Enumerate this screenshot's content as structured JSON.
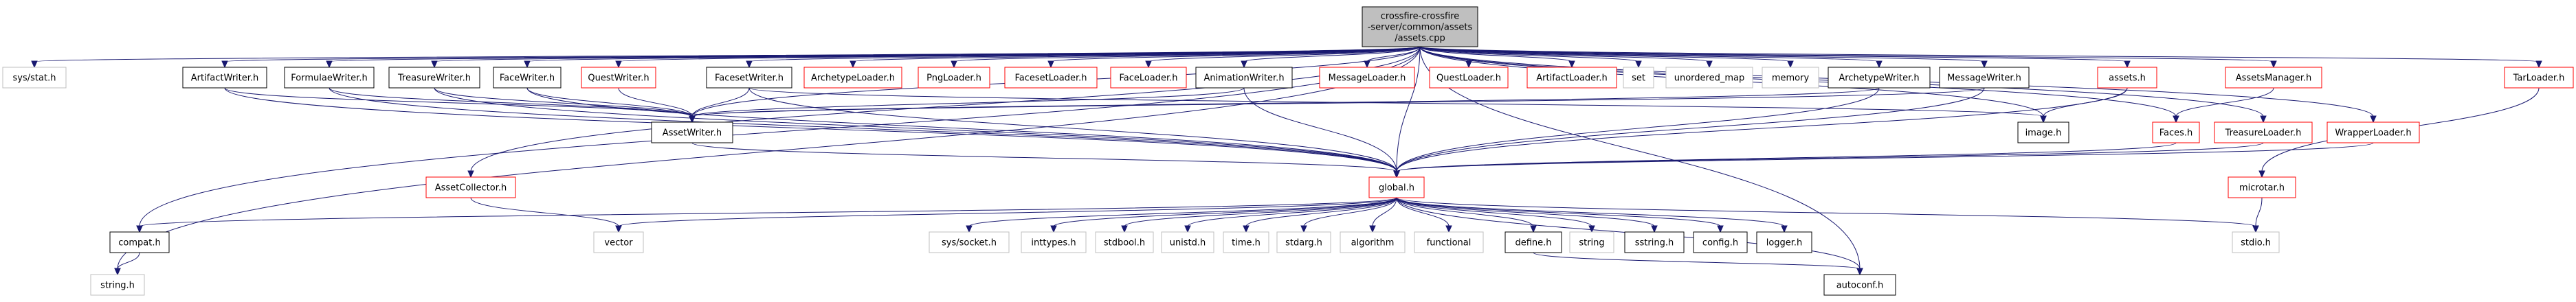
{
  "colors": {
    "edge": "#191970",
    "box_normal": "#000000",
    "box_missing": "#bfbfbf",
    "box_red": "#ff0000",
    "text": "#000000",
    "fill_root": "#bfbfbf",
    "fill_default": "#ffffff"
  },
  "nodes": [
    {
      "id": "root",
      "lines": [
        "crossfire-crossfire",
        "-server/common/assets",
        "/assets.cpp"
      ],
      "style": "root"
    },
    {
      "id": "sysstat",
      "lines": [
        "sys/stat.h"
      ],
      "style": "missing"
    },
    {
      "id": "artifactwriter",
      "lines": [
        "ArtifactWriter.h"
      ],
      "style": "normal"
    },
    {
      "id": "formulaewriter",
      "lines": [
        "FormulaeWriter.h"
      ],
      "style": "normal"
    },
    {
      "id": "treasurewriter",
      "lines": [
        "TreasureWriter.h"
      ],
      "style": "normal"
    },
    {
      "id": "facewriter",
      "lines": [
        "FaceWriter.h"
      ],
      "style": "normal"
    },
    {
      "id": "questwriter",
      "lines": [
        "QuestWriter.h"
      ],
      "style": "red"
    },
    {
      "id": "facesetwriter",
      "lines": [
        "FacesetWriter.h"
      ],
      "style": "normal"
    },
    {
      "id": "archetypeloader",
      "lines": [
        "ArchetypeLoader.h"
      ],
      "style": "red"
    },
    {
      "id": "pngloader",
      "lines": [
        "PngLoader.h"
      ],
      "style": "red"
    },
    {
      "id": "facesetloader",
      "lines": [
        "FacesetLoader.h"
      ],
      "style": "red"
    },
    {
      "id": "faceloader",
      "lines": [
        "FaceLoader.h"
      ],
      "style": "red"
    },
    {
      "id": "animationwriter",
      "lines": [
        "AnimationWriter.h"
      ],
      "style": "normal"
    },
    {
      "id": "messageloader",
      "lines": [
        "MessageLoader.h"
      ],
      "style": "red"
    },
    {
      "id": "questloader",
      "lines": [
        "QuestLoader.h"
      ],
      "style": "red"
    },
    {
      "id": "artifactloader",
      "lines": [
        "ArtifactLoader.h"
      ],
      "style": "red"
    },
    {
      "id": "set",
      "lines": [
        "set"
      ],
      "style": "missing"
    },
    {
      "id": "unordered_map",
      "lines": [
        "unordered_map"
      ],
      "style": "missing"
    },
    {
      "id": "memory",
      "lines": [
        "memory"
      ],
      "style": "missing"
    },
    {
      "id": "archetypewriter",
      "lines": [
        "ArchetypeWriter.h"
      ],
      "style": "normal"
    },
    {
      "id": "messagewriter",
      "lines": [
        "MessageWriter.h"
      ],
      "style": "normal"
    },
    {
      "id": "assetsh",
      "lines": [
        "assets.h"
      ],
      "style": "red"
    },
    {
      "id": "assetsmanager",
      "lines": [
        "AssetsManager.h"
      ],
      "style": "red"
    },
    {
      "id": "tarloader",
      "lines": [
        "TarLoader.h"
      ],
      "style": "red"
    },
    {
      "id": "assetwriter",
      "lines": [
        "AssetWriter.h"
      ],
      "style": "normal"
    },
    {
      "id": "image",
      "lines": [
        "image.h"
      ],
      "style": "normal"
    },
    {
      "id": "faces",
      "lines": [
        "Faces.h"
      ],
      "style": "red"
    },
    {
      "id": "treasureloader",
      "lines": [
        "TreasureLoader.h"
      ],
      "style": "red"
    },
    {
      "id": "wrapperloader",
      "lines": [
        "WrapperLoader.h"
      ],
      "style": "red"
    },
    {
      "id": "assetcollector",
      "lines": [
        "AssetCollector.h"
      ],
      "style": "red"
    },
    {
      "id": "global",
      "lines": [
        "global.h"
      ],
      "style": "red"
    },
    {
      "id": "microtar",
      "lines": [
        "microtar.h"
      ],
      "style": "red"
    },
    {
      "id": "compat",
      "lines": [
        "compat.h"
      ],
      "style": "normal"
    },
    {
      "id": "vector",
      "lines": [
        "vector"
      ],
      "style": "missing"
    },
    {
      "id": "syssocket",
      "lines": [
        "sys/socket.h"
      ],
      "style": "missing"
    },
    {
      "id": "inttypes",
      "lines": [
        "inttypes.h"
      ],
      "style": "missing"
    },
    {
      "id": "stdbool",
      "lines": [
        "stdbool.h"
      ],
      "style": "missing"
    },
    {
      "id": "unistd",
      "lines": [
        "unistd.h"
      ],
      "style": "missing"
    },
    {
      "id": "timeh",
      "lines": [
        "time.h"
      ],
      "style": "missing"
    },
    {
      "id": "stdarg",
      "lines": [
        "stdarg.h"
      ],
      "style": "missing"
    },
    {
      "id": "algorithm",
      "lines": [
        "algorithm"
      ],
      "style": "missing"
    },
    {
      "id": "functional",
      "lines": [
        "functional"
      ],
      "style": "missing"
    },
    {
      "id": "define",
      "lines": [
        "define.h"
      ],
      "style": "normal"
    },
    {
      "id": "string",
      "lines": [
        "string"
      ],
      "style": "missing"
    },
    {
      "id": "sstring",
      "lines": [
        "sstring.h"
      ],
      "style": "normal"
    },
    {
      "id": "config",
      "lines": [
        "config.h"
      ],
      "style": "normal"
    },
    {
      "id": "logger",
      "lines": [
        "logger.h"
      ],
      "style": "normal"
    },
    {
      "id": "stdio",
      "lines": [
        "stdio.h"
      ],
      "style": "missing"
    },
    {
      "id": "stringh",
      "lines": [
        "string.h"
      ],
      "style": "missing"
    },
    {
      "id": "autoconf",
      "lines": [
        "autoconf.h"
      ],
      "style": "normal"
    }
  ],
  "edges": [
    [
      "root",
      "sysstat"
    ],
    [
      "root",
      "artifactwriter"
    ],
    [
      "root",
      "formulaewriter"
    ],
    [
      "root",
      "treasurewriter"
    ],
    [
      "root",
      "facewriter"
    ],
    [
      "root",
      "questwriter"
    ],
    [
      "root",
      "facesetwriter"
    ],
    [
      "root",
      "archetypeloader"
    ],
    [
      "root",
      "pngloader"
    ],
    [
      "root",
      "facesetloader"
    ],
    [
      "root",
      "faceloader"
    ],
    [
      "root",
      "animationwriter"
    ],
    [
      "root",
      "messageloader"
    ],
    [
      "root",
      "questloader"
    ],
    [
      "root",
      "artifactloader"
    ],
    [
      "root",
      "set"
    ],
    [
      "root",
      "unordered_map"
    ],
    [
      "root",
      "memory"
    ],
    [
      "root",
      "archetypewriter"
    ],
    [
      "root",
      "messagewriter"
    ],
    [
      "root",
      "assetsh"
    ],
    [
      "root",
      "assetsmanager"
    ],
    [
      "root",
      "tarloader"
    ],
    [
      "root",
      "assetwriter"
    ],
    [
      "root",
      "image"
    ],
    [
      "root",
      "faces"
    ],
    [
      "root",
      "treasureloader"
    ],
    [
      "root",
      "wrapperloader"
    ],
    [
      "root",
      "assetcollector"
    ],
    [
      "root",
      "global"
    ],
    [
      "root",
      "compat"
    ],
    [
      "root",
      "stringh"
    ],
    [
      "root",
      "autoconf"
    ],
    [
      "artifactwriter",
      "assetwriter"
    ],
    [
      "artifactwriter",
      "global"
    ],
    [
      "formulaewriter",
      "assetwriter"
    ],
    [
      "formulaewriter",
      "global"
    ],
    [
      "treasurewriter",
      "assetwriter"
    ],
    [
      "treasurewriter",
      "global"
    ],
    [
      "facewriter",
      "assetwriter"
    ],
    [
      "facewriter",
      "global"
    ],
    [
      "questwriter",
      "assetwriter"
    ],
    [
      "facesetwriter",
      "assetwriter"
    ],
    [
      "facesetwriter",
      "image"
    ],
    [
      "facesetwriter",
      "global"
    ],
    [
      "animationwriter",
      "assetwriter"
    ],
    [
      "animationwriter",
      "global"
    ],
    [
      "archetypewriter",
      "assetwriter"
    ],
    [
      "archetypewriter",
      "global"
    ],
    [
      "messagewriter",
      "assetwriter"
    ],
    [
      "messagewriter",
      "global"
    ],
    [
      "assetsh",
      "image"
    ],
    [
      "assetsh",
      "global"
    ],
    [
      "assetsmanager",
      "faces"
    ],
    [
      "tarloader",
      "microtar"
    ],
    [
      "assetwriter",
      "global"
    ],
    [
      "faces",
      "global"
    ],
    [
      "treasureloader",
      "global"
    ],
    [
      "wrapperloader",
      "global"
    ],
    [
      "assetcollector",
      "vector"
    ],
    [
      "global",
      "compat"
    ],
    [
      "global",
      "vector"
    ],
    [
      "global",
      "syssocket"
    ],
    [
      "global",
      "inttypes"
    ],
    [
      "global",
      "stdbool"
    ],
    [
      "global",
      "unistd"
    ],
    [
      "global",
      "timeh"
    ],
    [
      "global",
      "stdarg"
    ],
    [
      "global",
      "algorithm"
    ],
    [
      "global",
      "functional"
    ],
    [
      "global",
      "define"
    ],
    [
      "global",
      "string"
    ],
    [
      "global",
      "sstring"
    ],
    [
      "global",
      "config"
    ],
    [
      "global",
      "logger"
    ],
    [
      "global",
      "stdio"
    ],
    [
      "global",
      "autoconf"
    ],
    [
      "microtar",
      "stdio"
    ],
    [
      "compat",
      "stringh"
    ],
    [
      "define",
      "autoconf"
    ]
  ]
}
